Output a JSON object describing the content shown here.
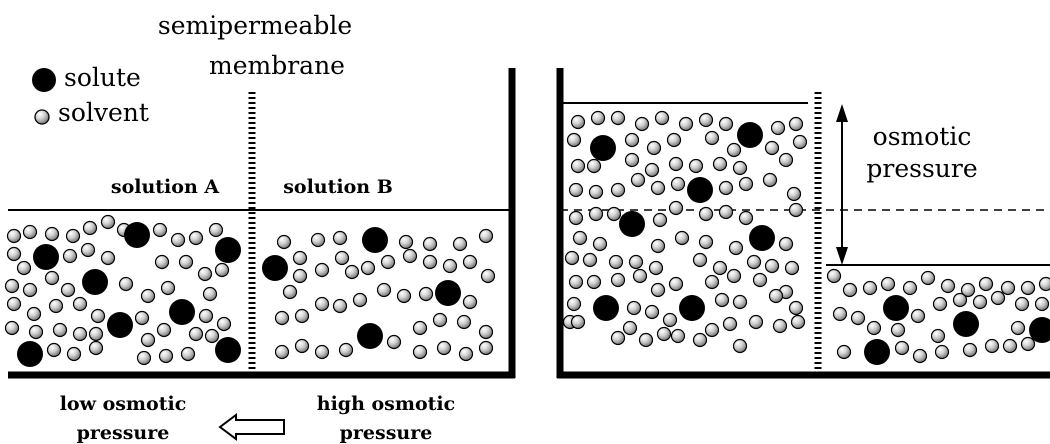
{
  "membrane_label": [
    "semipermeable",
    "membrane"
  ],
  "legend": {
    "solute": "solute",
    "solvent": "solvent"
  },
  "left_panel": {
    "solution_a_label": "solution A",
    "solution_b_label": "solution B",
    "low_pressure_label": [
      "low osmotic",
      "pressure"
    ],
    "high_pressure_label": [
      "high osmotic",
      "pressure"
    ]
  },
  "right_panel": {
    "osmotic_pressure_label": [
      "osmotic",
      "pressure"
    ]
  },
  "colors": {
    "ink": "#000000",
    "solvent_light": "#ffffff",
    "solvent_dark": "#6e6e6e"
  }
}
